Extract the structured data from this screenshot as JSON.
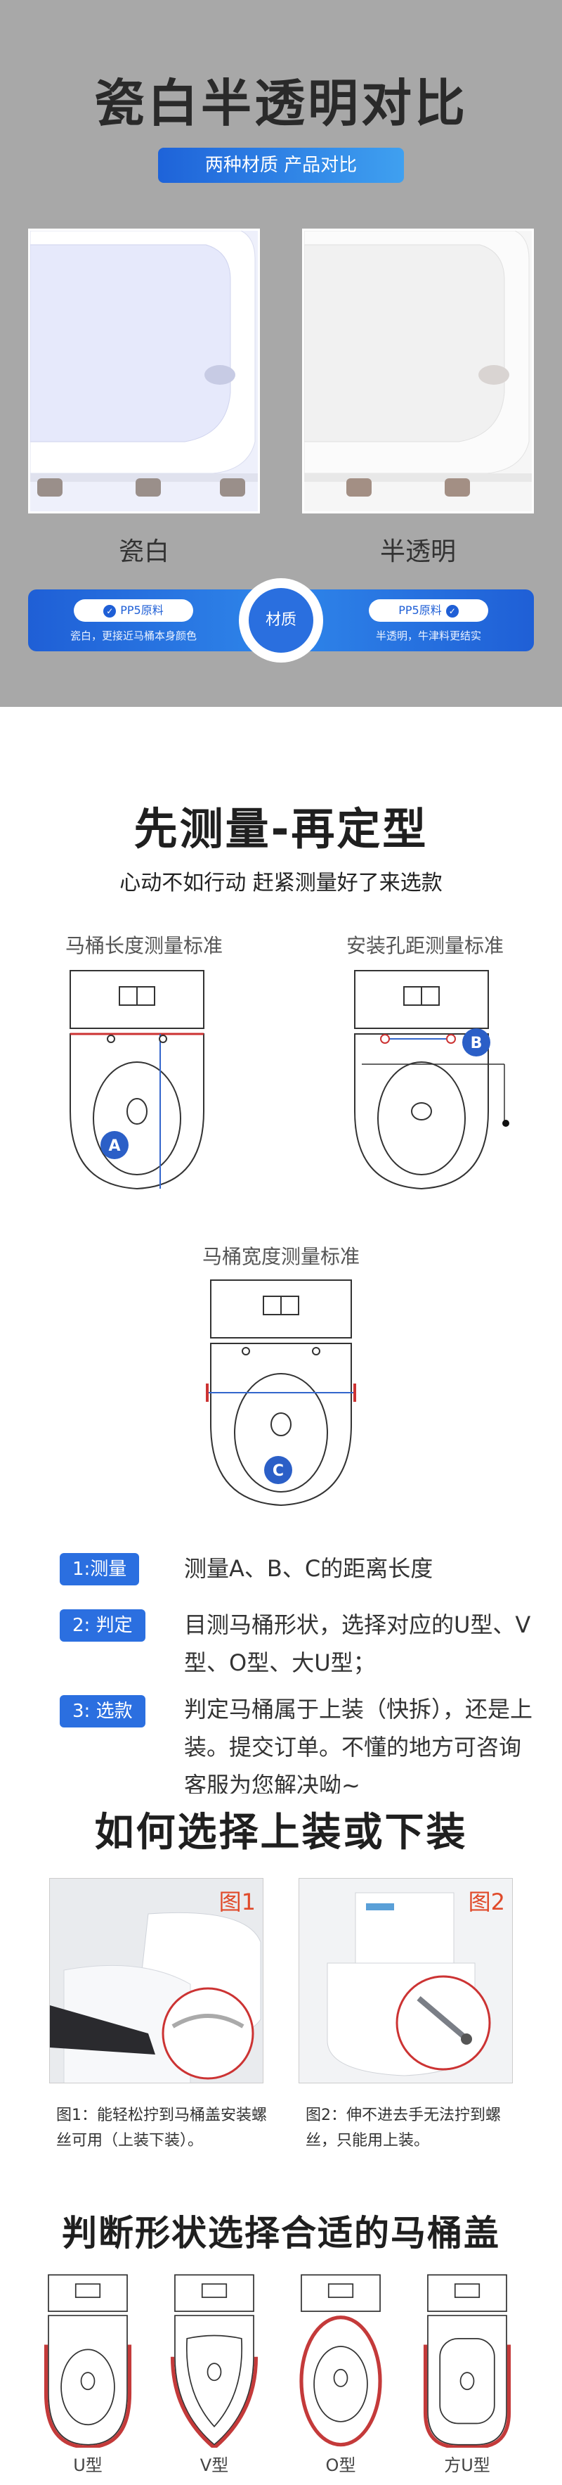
{
  "comparison": {
    "title": "瓷白半透明对比",
    "subtitle": "两种材质 产品对比",
    "left_caption": "瓷白",
    "right_caption": "半透明",
    "left_chip": "PP5原料",
    "right_chip": "PP5原料",
    "center_label": "材质",
    "left_note": "瓷白，更接近马桶本身颜色",
    "right_note": "半透明，牛津料更结实",
    "accent": "#1f5fd6"
  },
  "measure": {
    "title": "先测量-再定型",
    "subtitle": "心动不如行动 赶紧测量好了来选款",
    "diagrams": [
      {
        "label": "马桶长度测量标准",
        "badge": "A"
      },
      {
        "label": "安装孔距测量标准",
        "badge": "B"
      },
      {
        "label": "马桶宽度测量标准",
        "badge": "C"
      }
    ],
    "steps": [
      {
        "tag": "1:测量",
        "text": "测量A、B、C的距离长度"
      },
      {
        "tag": "2: 判定",
        "text": "目测马桶形状，选择对应的U型、V型、O型、大U型；"
      },
      {
        "tag": "3: 选款",
        "text": "判定马桶属于上装（快拆），还是上装。提交订单。不懂的地方可咨询客服为您解决呦~"
      }
    ]
  },
  "install": {
    "title": "如何选择上装或下装",
    "pics": [
      {
        "tag": "图1",
        "caption": "图1：能轻松拧到马桶盖安装螺丝可用（上装下装）。"
      },
      {
        "tag": "图2",
        "caption": "图2：伸不进去手无法拧到螺丝，只能用上装。"
      }
    ]
  },
  "shapes": {
    "title": "判断形状选择合适的马桶盖",
    "items": [
      {
        "label": "U型"
      },
      {
        "label": "V型"
      },
      {
        "label": "O型"
      },
      {
        "label": "方U型"
      }
    ],
    "highlight": "#c43a3a"
  }
}
